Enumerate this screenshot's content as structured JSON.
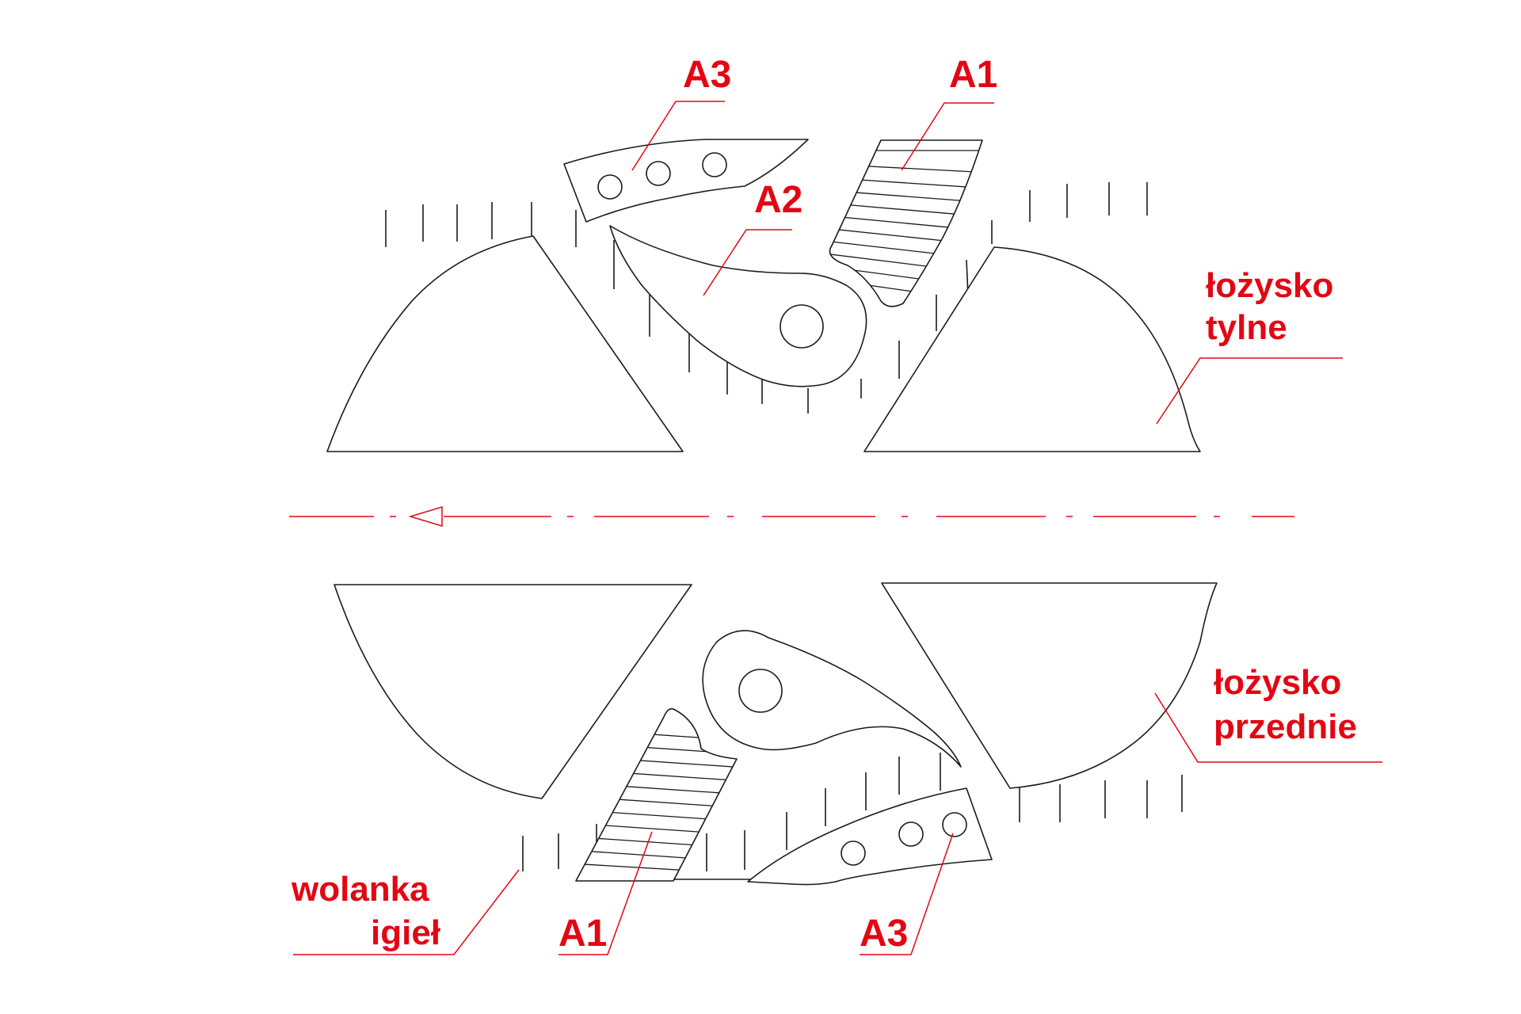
{
  "labels": {
    "a3_top": "A3",
    "a1_top": "A1",
    "a2": "A2",
    "bearing_rear_line1": "łożysko",
    "bearing_rear_line2": "tylne",
    "bearing_front_line1": "łożysko",
    "bearing_front_line2": "przednie",
    "needle_cage_line1": "wolanka",
    "needle_cage_line2": "igieł",
    "a1_bottom": "A1",
    "a3_bottom": "A3"
  },
  "colors": {
    "accent": "#e30613",
    "line": "#1a1a1a",
    "background": "#ffffff"
  }
}
